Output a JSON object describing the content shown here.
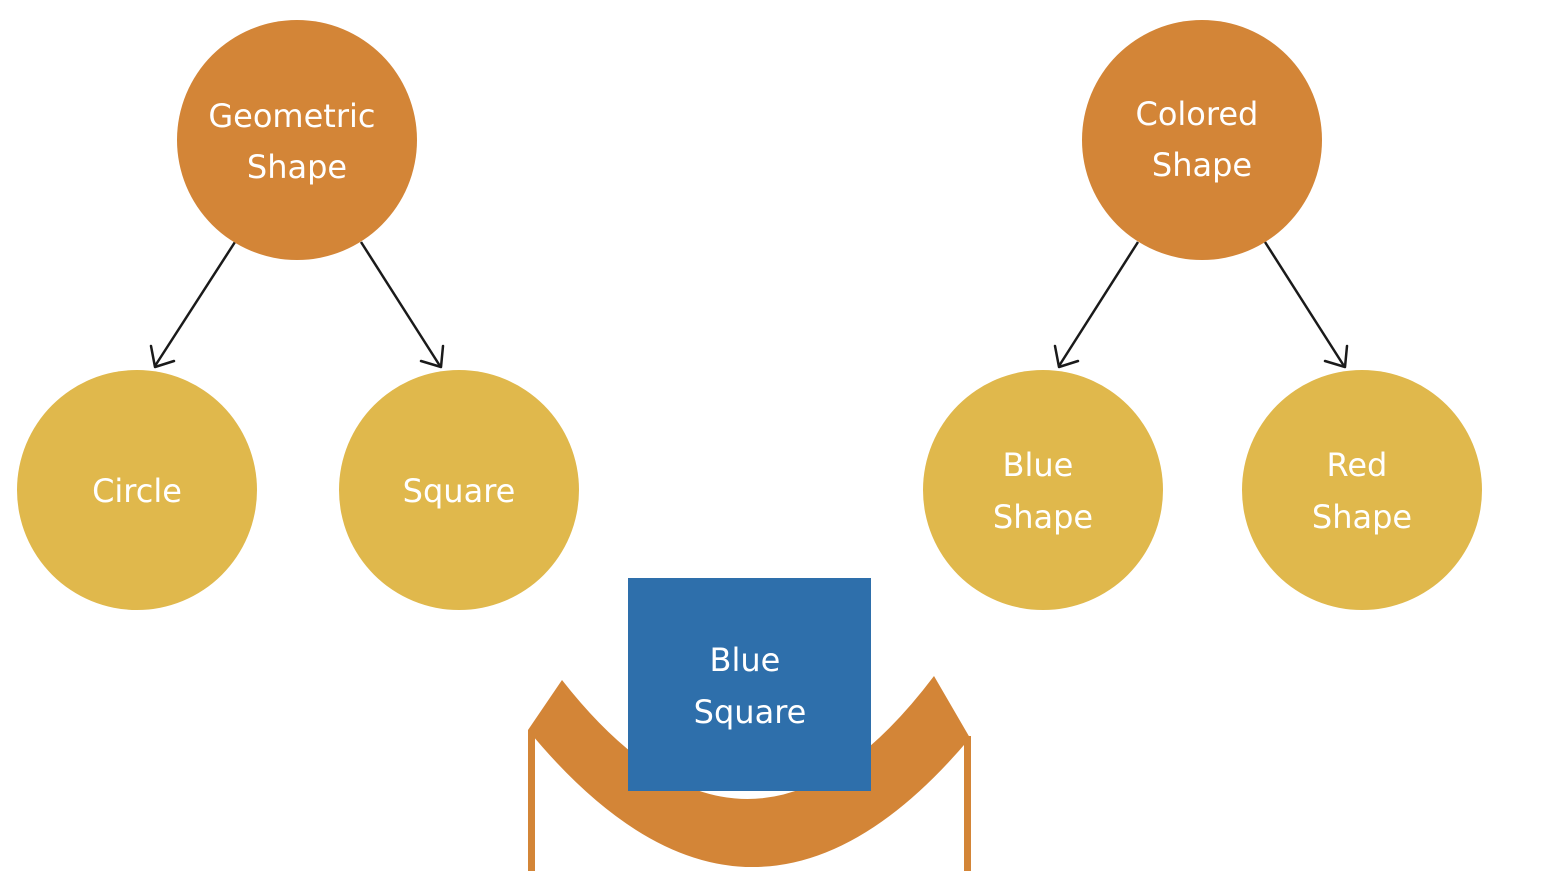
{
  "colors": {
    "parent_node": "#d38537",
    "child_node": "#e0b84c",
    "blue_square": "#2e6fab",
    "holder": "#d38537",
    "label_text": "#ffffff",
    "edge": "#1a1a1a"
  },
  "hierarchies": [
    {
      "parent": {
        "label_line1": "Geometric",
        "label_line2": "Shape"
      },
      "children": [
        {
          "label_line1": "Circle",
          "label_line2": ""
        },
        {
          "label_line1": "Square",
          "label_line2": ""
        }
      ]
    },
    {
      "parent": {
        "label_line1": "Colored",
        "label_line2": "Shape"
      },
      "children": [
        {
          "label_line1": "Blue",
          "label_line2": "Shape"
        },
        {
          "label_line1": "Red",
          "label_line2": "Shape"
        }
      ]
    }
  ],
  "combined": {
    "label_line1": "Blue",
    "label_line2": "Square"
  }
}
